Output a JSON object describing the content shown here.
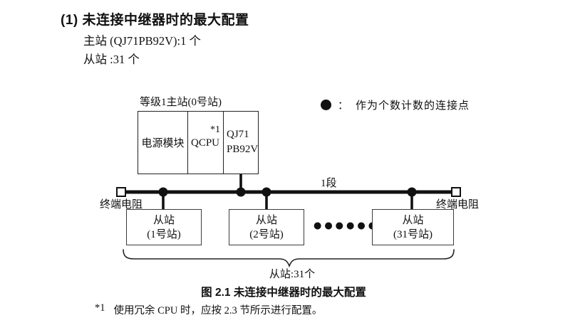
{
  "page": {
    "heading": "(1) 未连接中继器时的最大配置",
    "spec_lines": [
      "主站 (QJ71PB92V):1 个",
      "从站 :31 个"
    ]
  },
  "figure": {
    "master_unit_label": "等级1主站(0号站)",
    "master_cells": {
      "power": "电源模块",
      "cpu": "QCPU",
      "cpu_note": "*1",
      "pb_line1": "QJ71",
      "pb_line2": "PB92V"
    },
    "legend": {
      "separator": "：",
      "text": "作为个数计数的连接点"
    },
    "segment_label": "1段",
    "terminator_left_label": "终端电阻",
    "terminator_right_label": "终端电阻",
    "slaves": [
      {
        "line1": "从站",
        "line2": "(1号站)"
      },
      {
        "line1": "从站",
        "line2": "(2号站)"
      },
      {
        "line1": "从站",
        "line2": "(31号站)"
      }
    ],
    "ellipsis": "●●●●●●",
    "brace_label": "从站:31个",
    "caption": "图 2.1 未连接中继器时的最大配置"
  },
  "footnote": {
    "marker": "*1",
    "text": "使用冗余 CPU 时，应按 2.3 节所示进行配置。"
  },
  "colors": {
    "ink": "#111111",
    "thin_border": "#3c3c3c"
  }
}
